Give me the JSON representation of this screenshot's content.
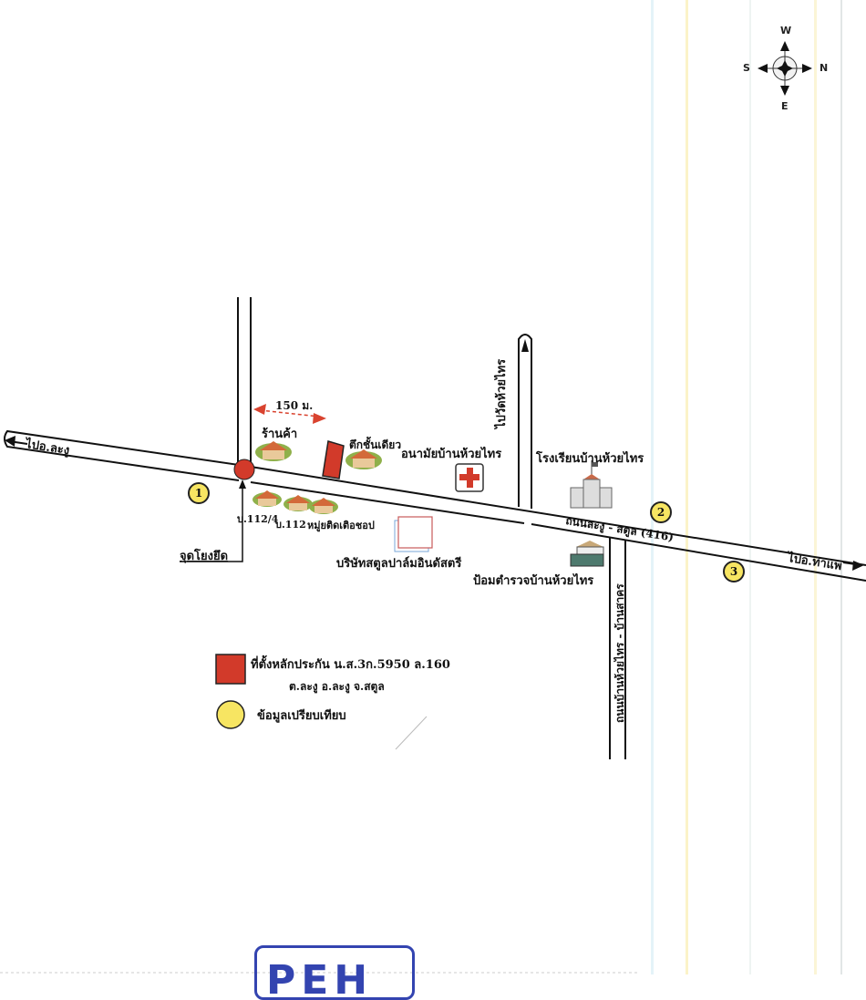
{
  "compass": {
    "north": "N",
    "south": "S",
    "east": "E",
    "west": "W"
  },
  "roads": {
    "main_west_label": "ไปอ.ละงู",
    "main_east_label": "ไปอ.ท่าแพ",
    "main_name": "ถนนละงู - สตูล (416)",
    "temple_road_label": "ไปวัดห้วยไทร",
    "south_road_label": "ถนนบ้านห้วยไทร - บ้านสาคร"
  },
  "distance_label": "150 ม.",
  "places": {
    "shop": "ร้านค้า",
    "single_storey": "ตึกชั้นเดียว",
    "health_center": "อนามัยบ้านห้วยไทร",
    "school": "โรงเรียนบ้านห้วยไทร",
    "house_112_4": "บ.112/4",
    "house_112": "บ.112",
    "village": "หมู่ยติดเติอชอป",
    "company": "บริษัทสตูลปาล์มอินดัสตรี",
    "police": "ป้อมตำรวจบ้านห้วยไทร",
    "reference_point": "จุดโยงยึด"
  },
  "reference_markers": [
    "1",
    "2",
    "3"
  ],
  "legend": {
    "collateral_line1": "ที่ตั้งหลักประกัน  น.ส.3ก.5950 ล.160",
    "collateral_line2": "ต.ละงู อ.ละงู จ.สตูล",
    "comparison": "ข้อมูลเปรียบเทียบ"
  },
  "stamp_text": "PEH",
  "colors": {
    "collateral": "#d23a2a",
    "reference": "#f7e562",
    "road": "#111111",
    "distance_arrow": "#d9432f",
    "stamp": "#3344b0"
  }
}
